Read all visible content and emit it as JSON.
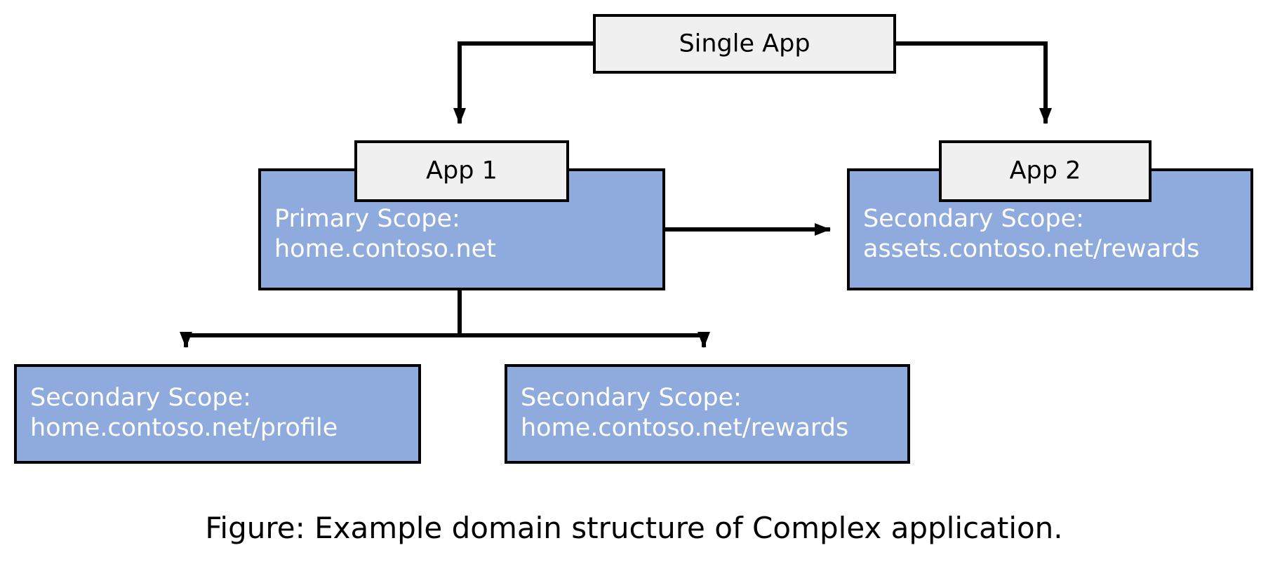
{
  "figure": {
    "caption": "Figure: Example domain structure of Complex application.",
    "background_color": "#FFFFFF",
    "scope_fill_color": "#8FAADC",
    "tab_fill_color": "#F0F0F0",
    "line_color": "#000000",
    "scope_text_color": "#FFFFFF",
    "tab_text_color": "#000000"
  },
  "nodes": {
    "single_app": {
      "label": "Single App"
    },
    "app1_tab": {
      "label": "App 1"
    },
    "app2_tab": {
      "label": "App 2"
    },
    "primary_scope": {
      "line1": "Primary Scope:",
      "line2": "home.contoso.net"
    },
    "app2_scope": {
      "line1": "Secondary Scope:",
      "line2": "assets.contoso.net/rewards"
    },
    "secondary_profile": {
      "line1": "Secondary Scope:",
      "line2": "home.contoso.net/profile"
    },
    "secondary_rewards": {
      "line1": "Secondary Scope:",
      "line2": "home.contoso.net/rewards"
    }
  },
  "connectors": [
    {
      "name": "single-app-to-app1",
      "from": "single_app",
      "to": "app1_tab",
      "style": "elbow-down-left-arrow"
    },
    {
      "name": "single-app-to-app2",
      "from": "single_app",
      "to": "app2_tab",
      "style": "elbow-down-right-arrow"
    },
    {
      "name": "primary-scope-to-app2-scope",
      "from": "primary_scope",
      "to": "app2_scope",
      "style": "straight-right-arrow"
    },
    {
      "name": "primary-scope-to-secondary-profile",
      "from": "primary_scope",
      "to": "secondary_profile",
      "style": "elbow-down-left-arrow"
    },
    {
      "name": "primary-scope-to-secondary-rewards",
      "from": "primary_scope",
      "to": "secondary_rewards",
      "style": "elbow-down-right-arrow"
    }
  ]
}
